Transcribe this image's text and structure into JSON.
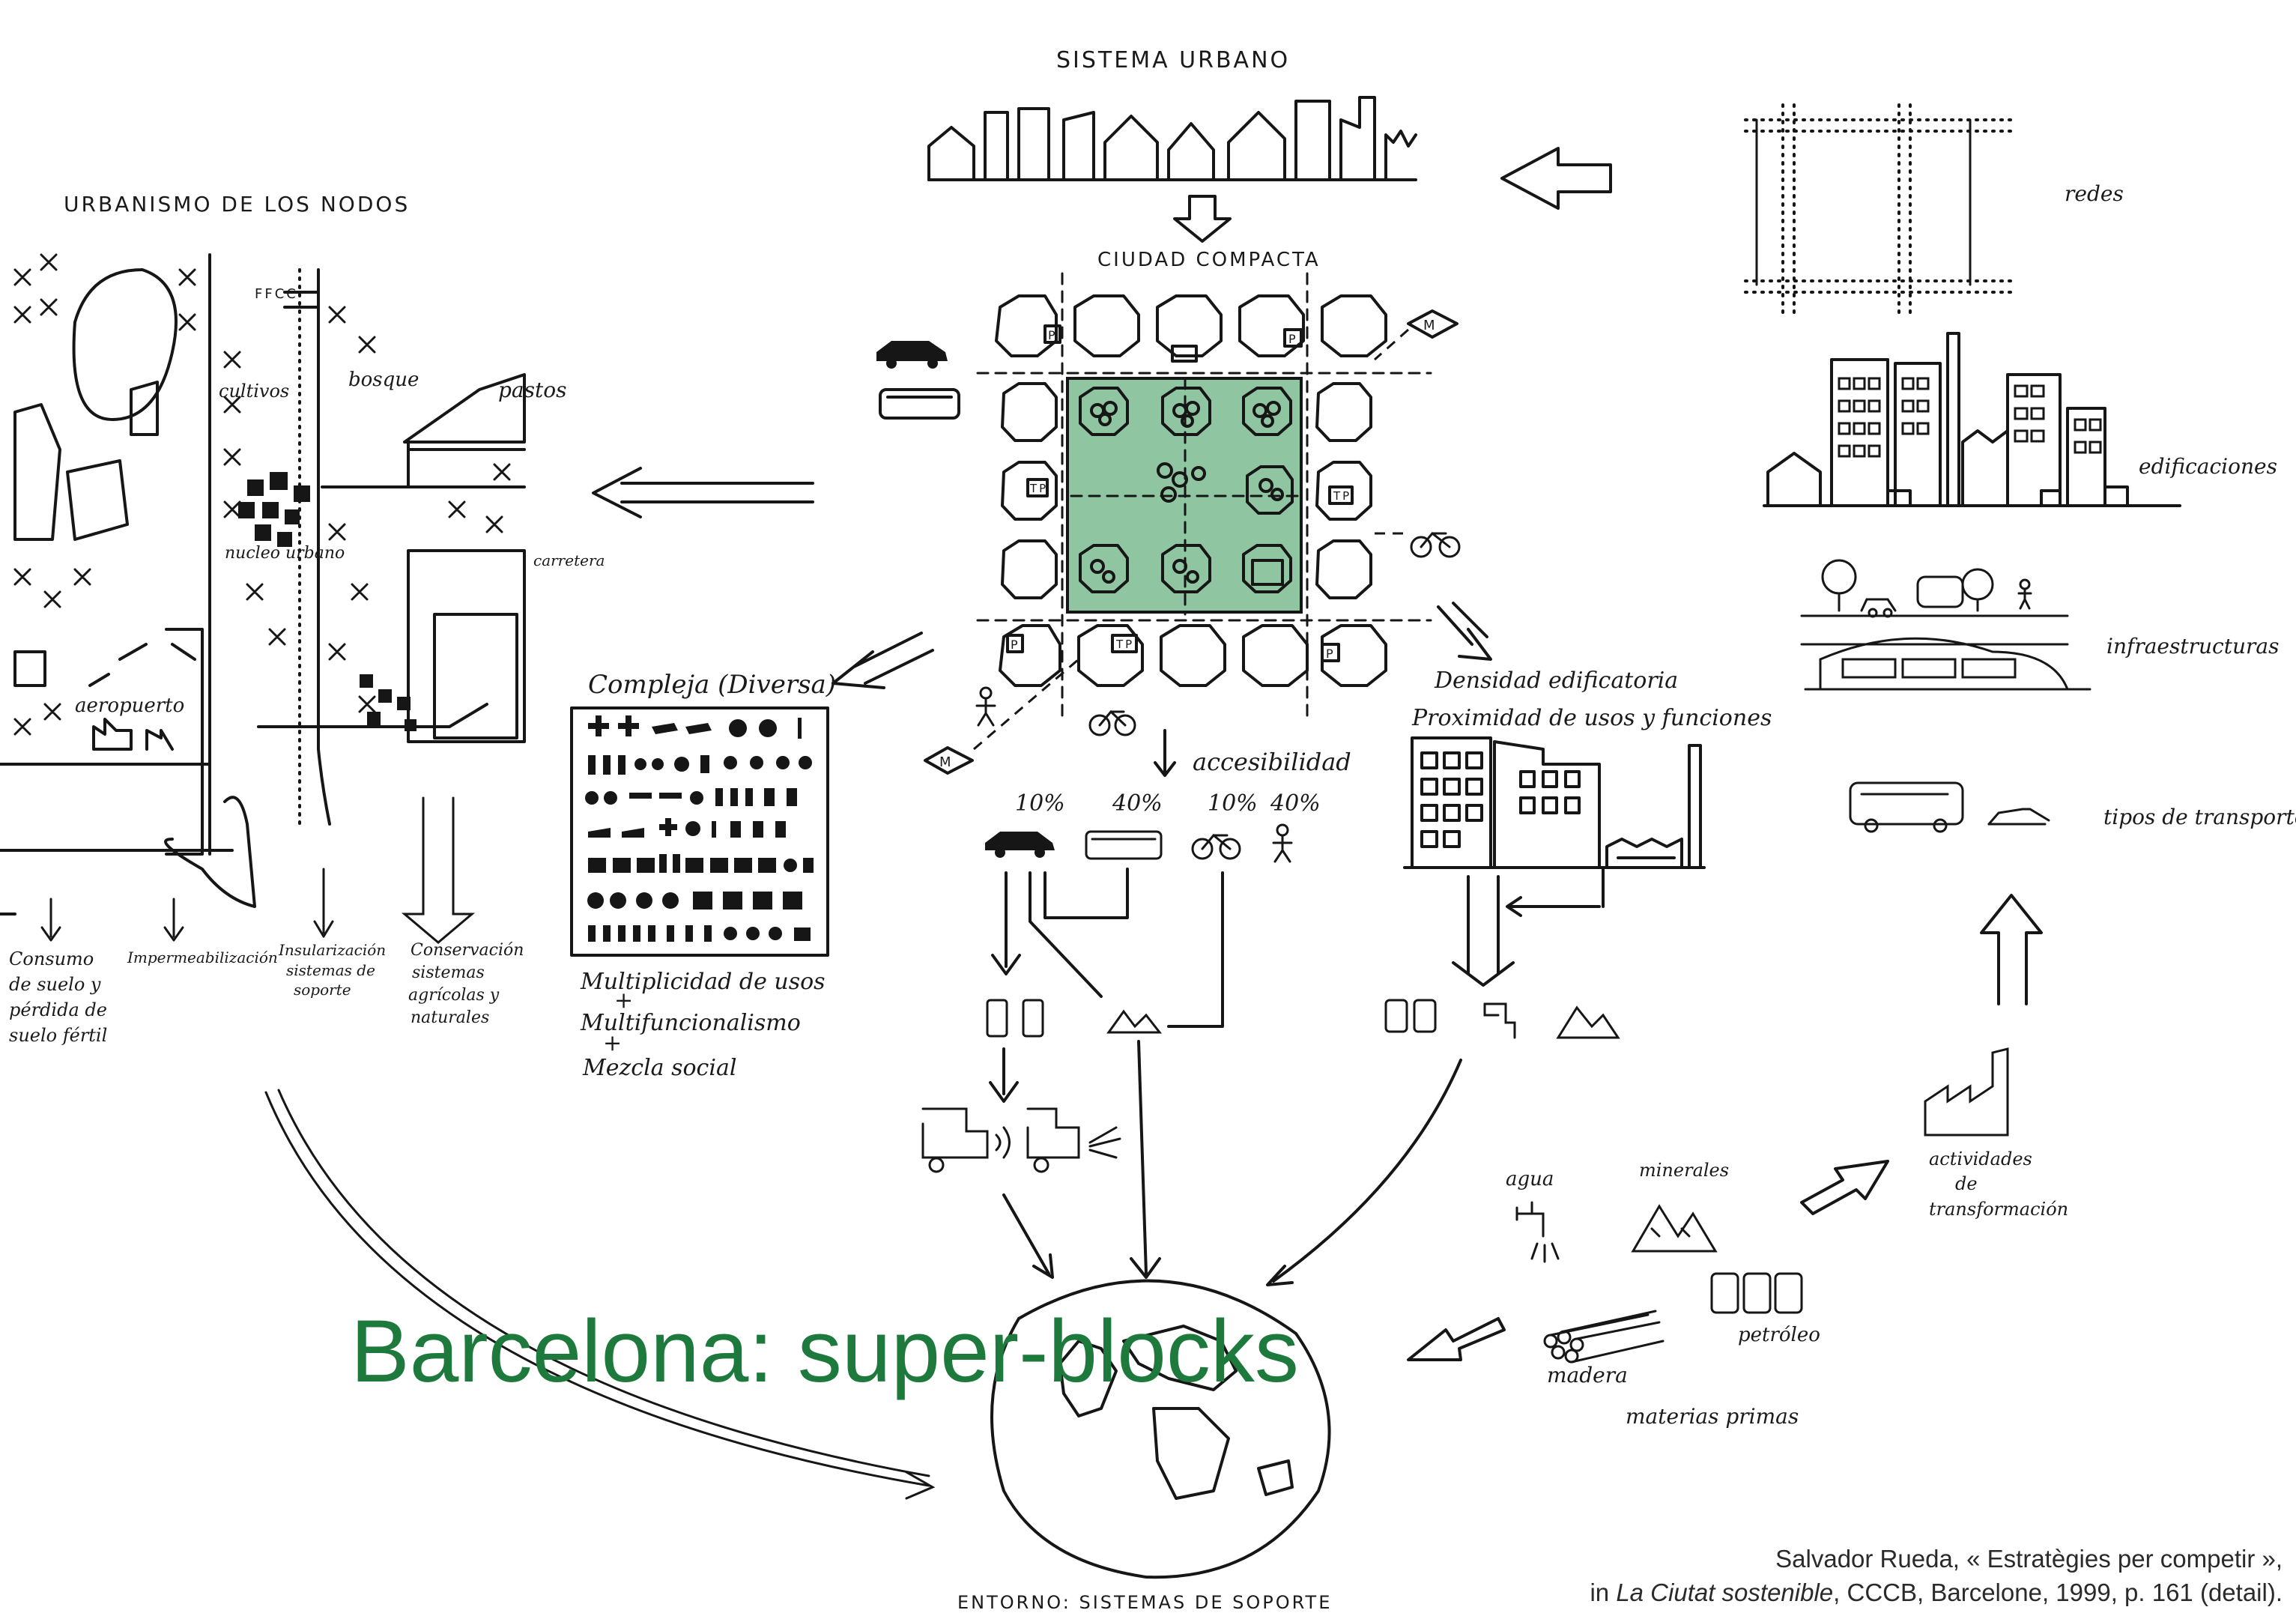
{
  "title": "Barcelona: super-blocks",
  "credit": {
    "line1": "Salvador Rueda, « Estratègies per competir »,",
    "line2_prefix": "in ",
    "line2_book": "La Ciutat sostenible",
    "line2_suffix": ",  CCCB, Barcelone, 1999, p. 161 (detail)."
  },
  "labels": {
    "sistema_urbano": "SISTEMA URBANO",
    "ciudad_compacta": "CIUDAD COMPACTA",
    "urbanismo_nodos": "URBANISMO DE LOS NODOS",
    "ffcc": "FFCC",
    "cultivos": "cultivos",
    "bosque": "bosque",
    "pastos": "pastos",
    "nucleo_urbano": "nucleo urbano",
    "carretera": "carretera",
    "aeropuerto": "aeropuerto",
    "consumo": [
      "Consumo",
      "de suelo y",
      "pérdida de",
      "suelo fértil"
    ],
    "impermeabilizacion": "Impermeabilización",
    "insularizacion": [
      "Insularización",
      "sistemas de",
      "soporte"
    ],
    "conservacion": [
      "Conservación",
      "sistemas",
      "agrícolas y",
      "naturales"
    ],
    "compleja": "Compleja (Diversa)",
    "multiplicidad": [
      "Multiplicidad de usos",
      "+",
      "Multifuncionalismo",
      "+",
      "Mezcla social"
    ],
    "accesibilidad": "accesibilidad",
    "pct": [
      "10%",
      "40%",
      "10%",
      "40%"
    ],
    "densidad": [
      "Densidad edificatoria",
      "Proximidad de usos y funciones"
    ],
    "redes": "redes",
    "edificaciones": "edificaciones",
    "infraestructuras": "infraestructuras",
    "tipos_transporte": "tipos de transporte",
    "actividades": [
      "actividades",
      "de",
      "transformación"
    ],
    "agua": "agua",
    "minerales": "minerales",
    "petroleo": "petróleo",
    "madera": "madera",
    "materias_primas": "materias primas",
    "entorno": "ENTORNO: SISTEMAS DE SOPORTE",
    "M": "M",
    "P": "P",
    "TP": "TP"
  },
  "colors": {
    "title_green": "#1d7a3c",
    "superblock_fill": "#8fc5a1",
    "ink": "#161616"
  }
}
